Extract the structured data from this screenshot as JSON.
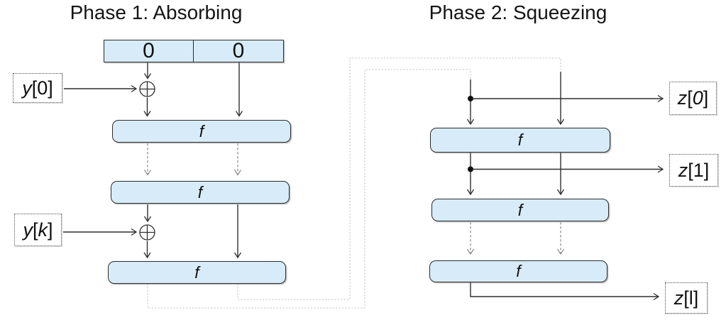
{
  "titles": {
    "phase1": "Phase 1: Absorbing",
    "phase2": "Phase 2: Squeezing"
  },
  "state_register": {
    "cells": [
      "0",
      "0"
    ]
  },
  "f_label": "f",
  "labels": {
    "y0": {
      "var": "y",
      "open": "[",
      "index": "0",
      "close": "]"
    },
    "yk": {
      "var": "y",
      "open": "[",
      "index": "k",
      "close": "]"
    },
    "z0": {
      "var": "z",
      "open": "[",
      "index": "0",
      "close": "]"
    },
    "z1": {
      "var": "z",
      "open": "[",
      "index": "1",
      "close": "]"
    },
    "zl": {
      "var": "z",
      "open": "[",
      "index": "l",
      "close": "]"
    }
  },
  "icons": {
    "xor": "circled-plus ⊕",
    "junction": "filled-dot ●",
    "arrow": "open-chevron-arrowhead"
  },
  "colors": {
    "box_fill": "#d7ecf8",
    "box_border": "#2b2b2b",
    "arrow": "#2f2f2f",
    "dashed_arrow": "#8c8c8c",
    "loop_dotted": "#c5c5c5",
    "text": "#151515"
  }
}
